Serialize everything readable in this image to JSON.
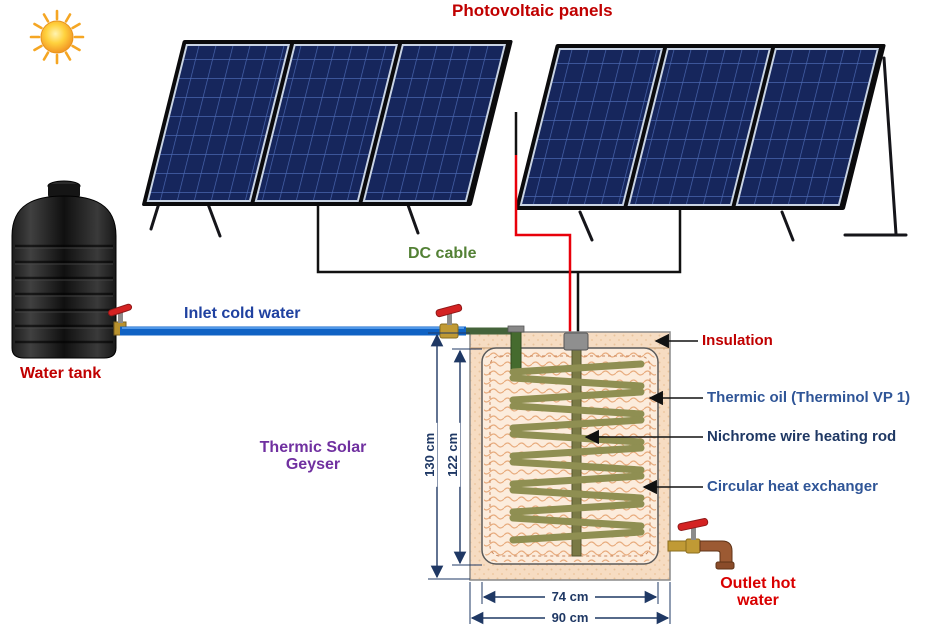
{
  "diagram_title": "Photovoltaic panels",
  "labels": {
    "dc_cable": "DC cable",
    "inlet_cold_water": "Inlet cold water",
    "water_tank": "Water tank",
    "geyser_line1": "Thermic Solar",
    "geyser_line2": "Geyser",
    "insulation": "Insulation",
    "thermic_oil": "Thermic oil (Therminol VP 1)",
    "nichrome_rod": "Nichrome wire heating rod",
    "heat_exchanger": "Circular heat exchanger",
    "outlet_line1": "Outlet hot",
    "outlet_line2": "water"
  },
  "dimensions": {
    "outer_height": "130 cm",
    "inner_height": "122 cm",
    "inner_width": "74 cm",
    "outer_width": "90 cm"
  },
  "colors": {
    "label_red": "#c00000",
    "label_blue": "#2f5597",
    "label_navy": "#1f3864",
    "label_green": "#538135",
    "label_purple": "#7030a0",
    "pipe_blue": "#0f62c4",
    "wire_red": "#e8000a",
    "panel_navy": "#16265c",
    "insulation_fill": "#f6dcc2",
    "coil_olive": "#8f8f52"
  }
}
